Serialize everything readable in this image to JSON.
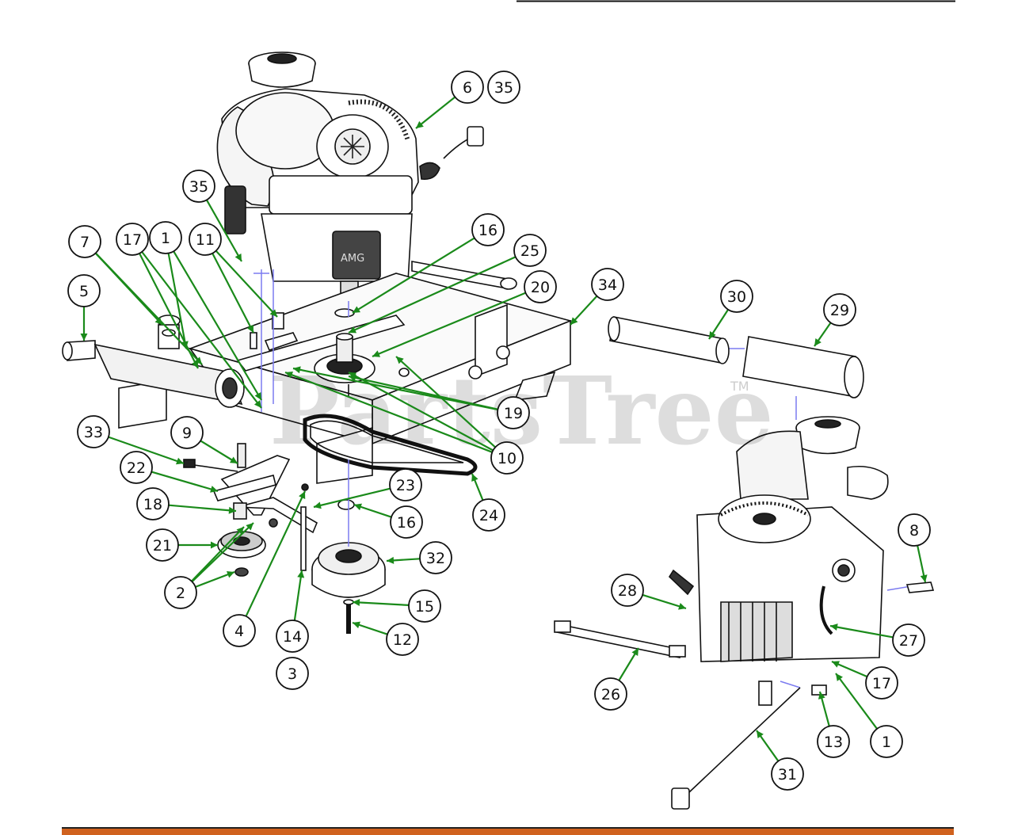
{
  "watermark": {
    "text": "PartsTree",
    "trademark": "TM"
  },
  "colors": {
    "leader": "#1a8a1a",
    "guide": "#7b7bf0",
    "line": "#111111",
    "footer_bar": "#d0621e",
    "footer_edge": "#222222"
  },
  "callouts": [
    {
      "id": "c6",
      "label": "6"
    },
    {
      "id": "c35a",
      "label": "35"
    },
    {
      "id": "c35b",
      "label": "35"
    },
    {
      "id": "c7",
      "label": "7"
    },
    {
      "id": "c17a",
      "label": "17"
    },
    {
      "id": "c1a",
      "label": "1"
    },
    {
      "id": "c11",
      "label": "11"
    },
    {
      "id": "c16a",
      "label": "16"
    },
    {
      "id": "c25",
      "label": "25"
    },
    {
      "id": "c20",
      "label": "20"
    },
    {
      "id": "c34",
      "label": "34"
    },
    {
      "id": "c5",
      "label": "5"
    },
    {
      "id": "c30",
      "label": "30"
    },
    {
      "id": "c29",
      "label": "29"
    },
    {
      "id": "c19",
      "label": "19"
    },
    {
      "id": "c10",
      "label": "10"
    },
    {
      "id": "c33",
      "label": "33"
    },
    {
      "id": "c9",
      "label": "9"
    },
    {
      "id": "c22",
      "label": "22"
    },
    {
      "id": "c23",
      "label": "23"
    },
    {
      "id": "c18",
      "label": "18"
    },
    {
      "id": "c16b",
      "label": "16"
    },
    {
      "id": "c24",
      "label": "24"
    },
    {
      "id": "c8",
      "label": "8"
    },
    {
      "id": "c21",
      "label": "21"
    },
    {
      "id": "c32",
      "label": "32"
    },
    {
      "id": "c2",
      "label": "2"
    },
    {
      "id": "c28",
      "label": "28"
    },
    {
      "id": "c15",
      "label": "15"
    },
    {
      "id": "c27",
      "label": "27"
    },
    {
      "id": "c4",
      "label": "4"
    },
    {
      "id": "c14",
      "label": "14"
    },
    {
      "id": "c12",
      "label": "12"
    },
    {
      "id": "c3",
      "label": "3"
    },
    {
      "id": "c26",
      "label": "26"
    },
    {
      "id": "c17b",
      "label": "17"
    },
    {
      "id": "c13",
      "label": "13"
    },
    {
      "id": "c1b",
      "label": "1"
    },
    {
      "id": "c31",
      "label": "31"
    }
  ]
}
